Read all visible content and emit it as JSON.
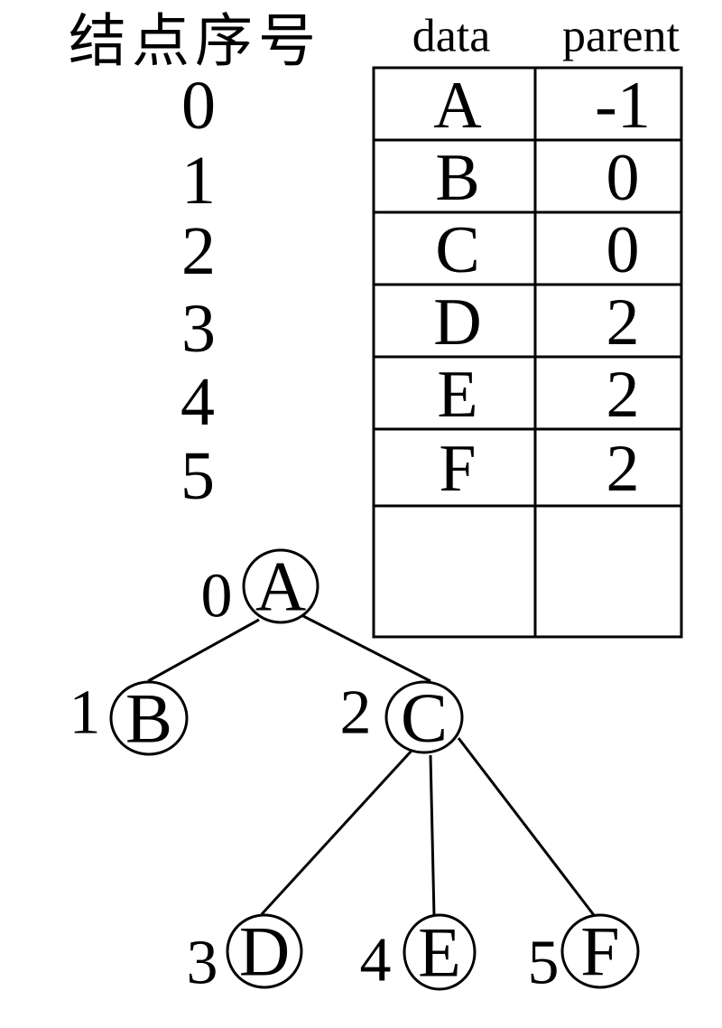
{
  "title": "结点序号",
  "colors": {
    "ink": "#000000",
    "paper": "#ffffff"
  },
  "table": {
    "col_headers": [
      "data",
      "parent"
    ],
    "indices": [
      "0",
      "1",
      "2",
      "3",
      "4",
      "5"
    ],
    "rows": [
      {
        "data": "A",
        "parent": "-1"
      },
      {
        "data": "B",
        "parent": "0"
      },
      {
        "data": "C",
        "parent": "0"
      },
      {
        "data": "D",
        "parent": "2"
      },
      {
        "data": "E",
        "parent": "2"
      },
      {
        "data": "F",
        "parent": "2"
      }
    ],
    "trailing_empty_rows": 1
  },
  "tree": {
    "nodes": [
      {
        "index": "0",
        "label": "A"
      },
      {
        "index": "1",
        "label": "B"
      },
      {
        "index": "2",
        "label": "C"
      },
      {
        "index": "3",
        "label": "D"
      },
      {
        "index": "4",
        "label": "E"
      },
      {
        "index": "5",
        "label": "F"
      }
    ],
    "edges": [
      {
        "from": "A",
        "to": "B"
      },
      {
        "from": "A",
        "to": "C"
      },
      {
        "from": "C",
        "to": "D"
      },
      {
        "from": "C",
        "to": "E"
      },
      {
        "from": "C",
        "to": "F"
      }
    ]
  }
}
